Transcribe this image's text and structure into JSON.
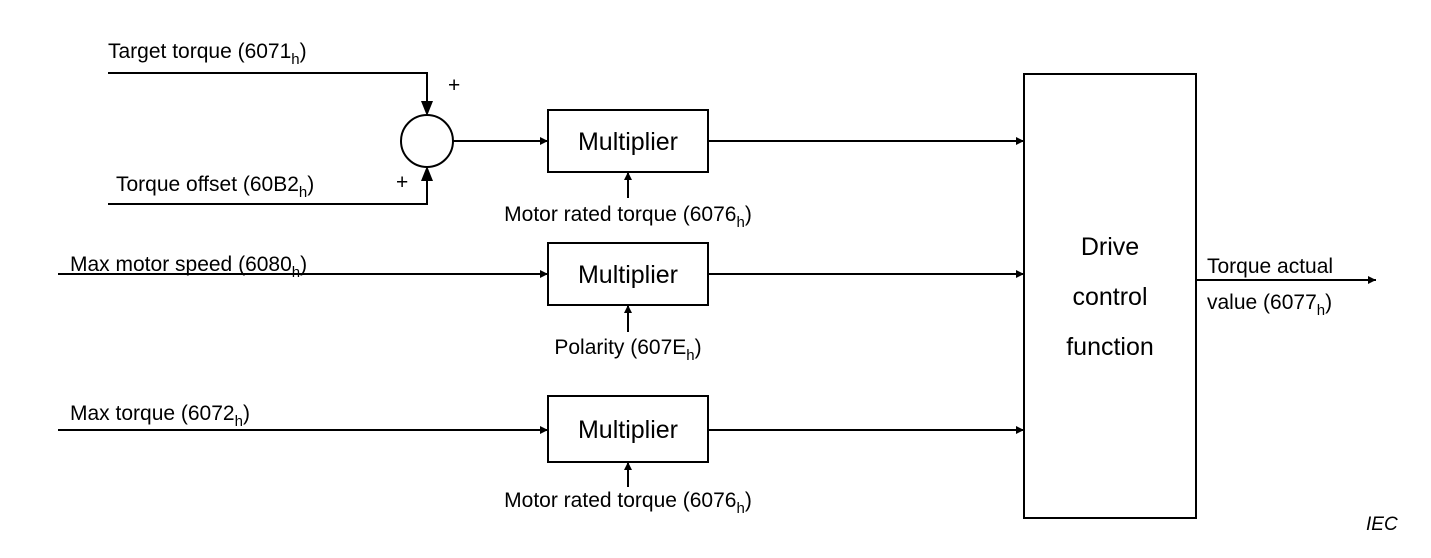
{
  "inputs": {
    "target_torque": {
      "text": "Target torque (6071",
      "sub": "h",
      "close": ")"
    },
    "torque_offset": {
      "text": "Torque offset (60B2",
      "sub": "h",
      "close": ")"
    },
    "max_motor_speed": {
      "text": "Max motor speed (6080",
      "sub": "h",
      "close": ")"
    },
    "max_torque": {
      "text": "Max torque (6072",
      "sub": "h",
      "close": ")"
    }
  },
  "summing_junction": {
    "sign_top": "+",
    "sign_bottom": "+"
  },
  "multipliers": [
    {
      "label": "Multiplier",
      "factor": {
        "text": "Motor rated torque (6076",
        "sub": "h",
        "close": ")"
      }
    },
    {
      "label": "Multiplier",
      "factor": {
        "text": "Polarity (607E",
        "sub": "h",
        "close": ")"
      }
    },
    {
      "label": "Multiplier",
      "factor": {
        "text": "Motor rated torque (6076",
        "sub": "h",
        "close": ")"
      }
    }
  ],
  "drive_control": {
    "lines": [
      "Drive",
      "control",
      "function"
    ]
  },
  "output": {
    "line1": "Torque actual",
    "line2": {
      "text": "value (6077",
      "sub": "h",
      "close": ")"
    }
  },
  "watermark": "IEC"
}
